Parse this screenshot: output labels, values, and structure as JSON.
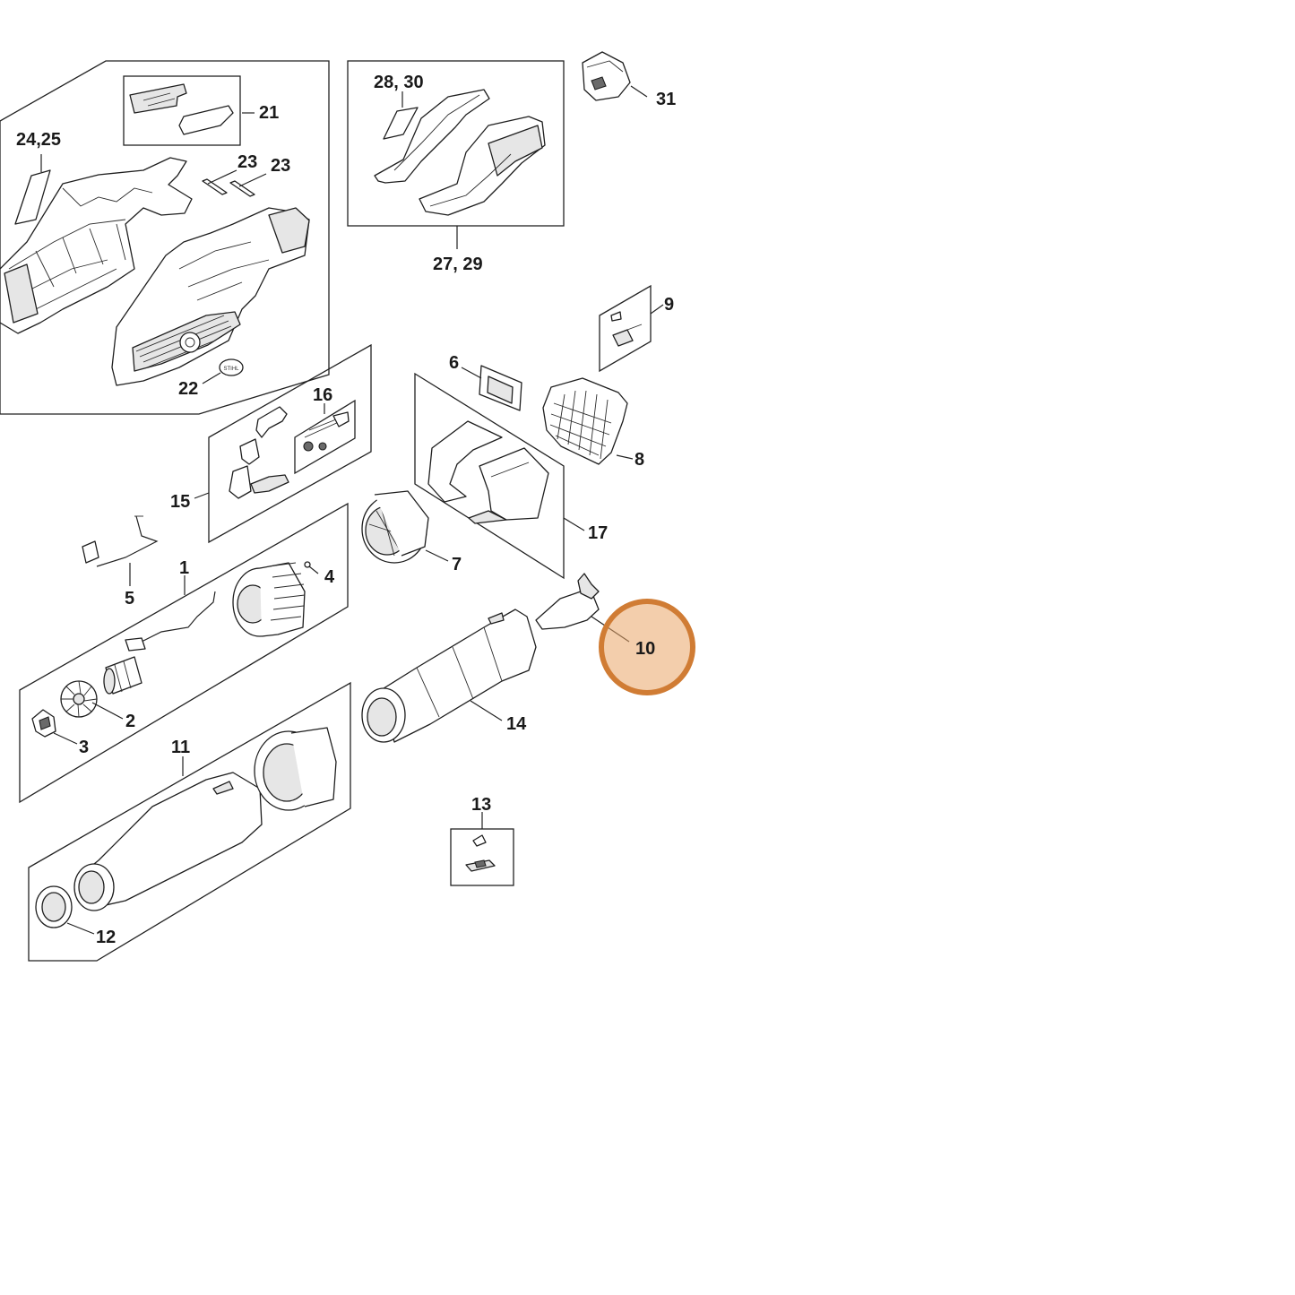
{
  "diagram": {
    "callouts": {
      "c1": "1",
      "c2": "2",
      "c3": "3",
      "c4": "4",
      "c5": "5",
      "c6": "6",
      "c7": "7",
      "c8": "8",
      "c9": "9",
      "c10": "10",
      "c11": "11",
      "c12": "12",
      "c13": "13",
      "c14": "14",
      "c15": "15",
      "c16": "16",
      "c17": "17",
      "c21": "21",
      "c22": "22",
      "c23a": "23",
      "c23b": "23",
      "c24_25": "24,25",
      "c27_29": "27, 29",
      "c28_30": "28, 30",
      "c31": "31"
    },
    "highlight": {
      "part": "10",
      "color": "#d07c34"
    }
  }
}
